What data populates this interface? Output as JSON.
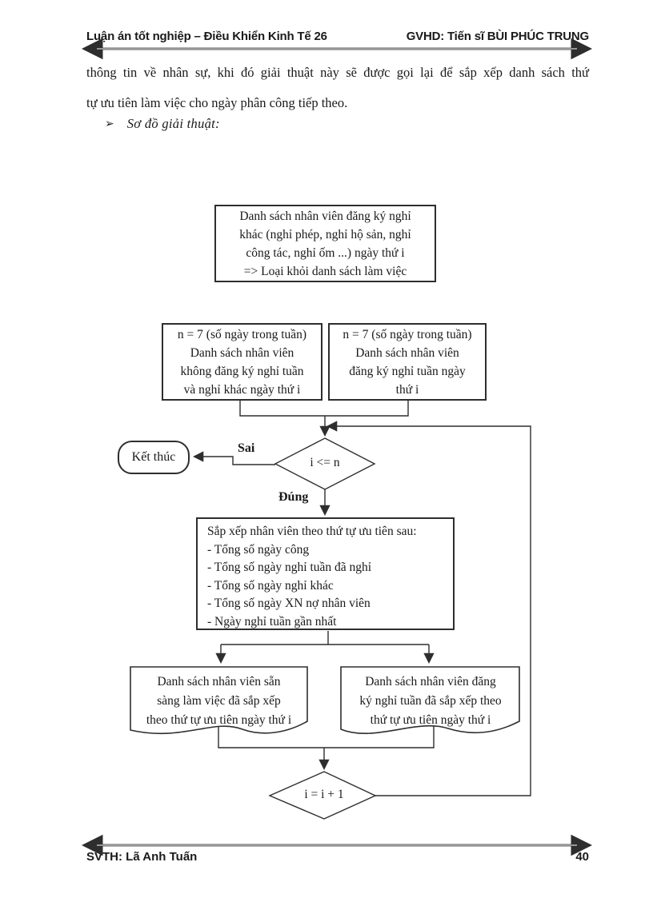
{
  "header": {
    "left": "Luận án tốt nghiệp – Điều Khiển Kinh Tế 26",
    "right": "GVHD: Tiến sĩ BÙI PHÚC TRUNG"
  },
  "paragraph": {
    "line1": "thông tin về nhân sự, khi đó giải thuật này sẽ được gọi lại để sắp xếp danh sách thứ",
    "line2": "tự ưu tiên làm việc cho ngày phân công tiếp theo."
  },
  "section_bullet": {
    "marker": "➢",
    "label": "Sơ đồ giải thuật:"
  },
  "flowchart": {
    "top_box": {
      "lines": [
        "Danh sách nhân viên đăng ký nghỉ",
        "khác (nghỉ phép, nghỉ hộ sản, nghỉ",
        "công tác, nghỉ ốm ...) ngày thứ i",
        "=> Loại khỏi danh sách làm việc"
      ]
    },
    "mid_left_box": {
      "lines": [
        "n = 7 (số ngày trong tuần)",
        "Danh sách nhân viên",
        "không đăng ký nghỉ tuần",
        "và nghỉ khác ngày thứ i"
      ]
    },
    "mid_right_box": {
      "lines": [
        "n = 7 (số ngày trong tuần)",
        "Danh sách nhân viên",
        "đăng ký nghỉ tuần ngày",
        "thứ i"
      ]
    },
    "terminal": {
      "label": "Kết thúc"
    },
    "decision1": {
      "condition": "i <= n",
      "false_label": "Sai",
      "true_label": "Đúng"
    },
    "process_box": {
      "title": "Sắp xếp nhân viên theo thứ tự ưu tiên sau:",
      "items": [
        "- Tổng số ngày công",
        "- Tổng số ngày nghỉ tuần đã nghỉ",
        "- Tổng số ngày nghỉ khác",
        "- Tổng số ngày XN nợ nhân viên",
        "- Ngày nghỉ tuần gần nhất"
      ]
    },
    "doc_left": {
      "lines": [
        "Danh sách nhân viên sẵn",
        "sàng làm việc đã sắp xếp",
        "theo thứ tự ưu tiên ngày thứ i"
      ]
    },
    "doc_right": {
      "lines": [
        "Danh sách nhân viên đăng",
        "ký nghỉ tuần đã sắp xếp theo",
        "thứ tự ưu tiên ngày thứ i"
      ]
    },
    "decision2": {
      "label": "i = i + 1"
    }
  },
  "footer": {
    "left": "SVTH: Lã Anh Tuấn",
    "page_number": "40"
  },
  "colors": {
    "ink": "#1a1a1a",
    "line": "#2e2e2e",
    "background": "#ffffff"
  }
}
